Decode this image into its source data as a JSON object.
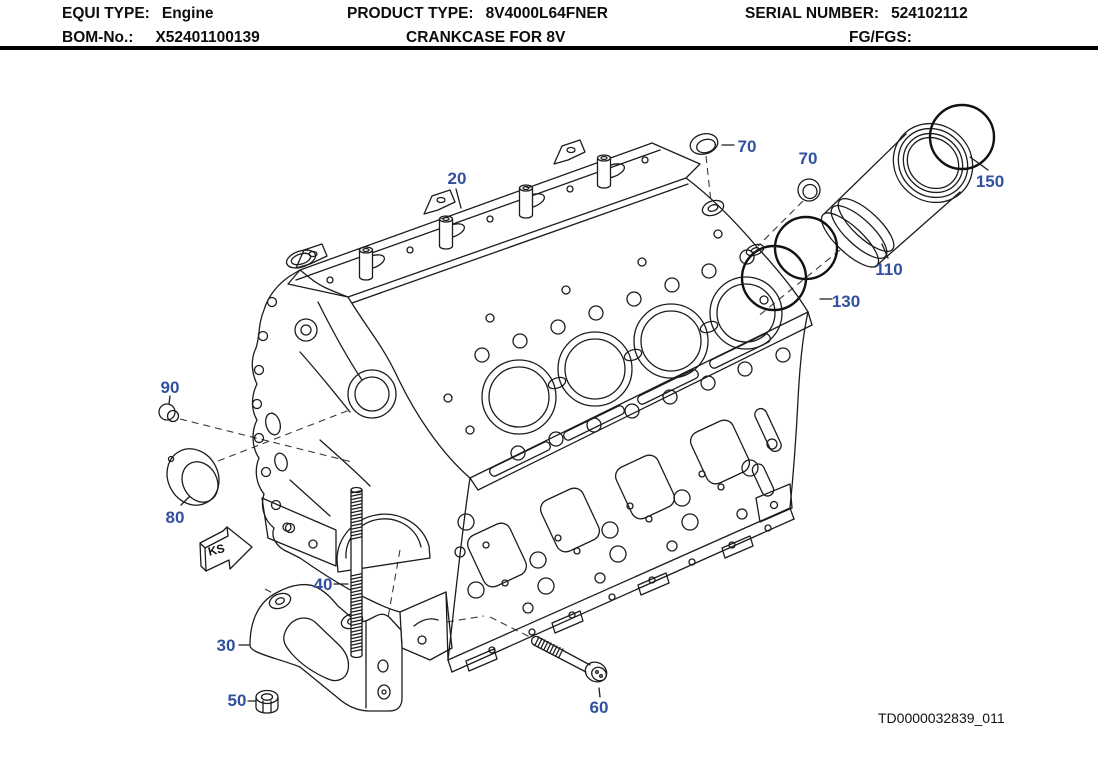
{
  "header": {
    "equi_type_label": "EQUI TYPE:",
    "equi_type_value": "Engine",
    "bom_label": "BOM-No.:",
    "bom_value": "X52401100139",
    "product_type_label": "PRODUCT TYPE:",
    "product_type_value": "8V4000L64FNER",
    "product_subtitle": "CRANKCASE FOR 8V",
    "serial_number_label": "SERIAL NUMBER:",
    "serial_number_value": "524102112",
    "fg_fgs_label": "FG/FGS:",
    "fg_fgs_value": ""
  },
  "drawing": {
    "drawing_id": "TD0000032839_011",
    "direction_marker": "KS",
    "callouts": {
      "c20": "20",
      "c30": "30",
      "c40": "40",
      "c50": "50",
      "c60": "60",
      "c70a": "70",
      "c70b": "70",
      "c80": "80",
      "c90": "90",
      "c110": "110",
      "c130": "130",
      "c150": "150"
    }
  },
  "colors": {
    "callout_blue": "#31519f",
    "line_black": "#1c1c1c",
    "background": "#ffffff"
  }
}
